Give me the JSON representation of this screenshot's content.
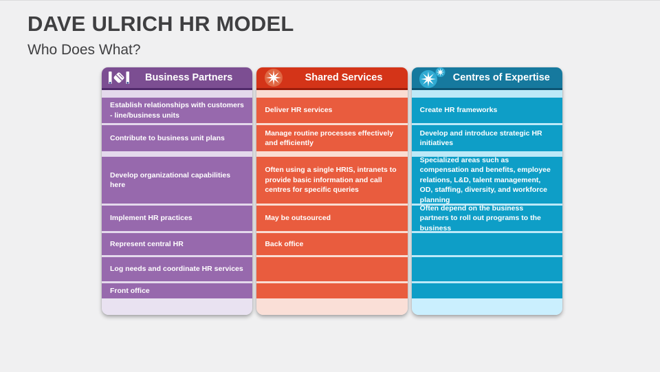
{
  "slide": {
    "title": "DAVE ULRICH HR MODEL",
    "subtitle": "Who Does What?"
  },
  "columns": [
    {
      "label": "Business Partners",
      "icon": "handshake-icon",
      "colors": {
        "header": "#7c4e92",
        "header_border": "#50296a",
        "row": "#9769ad",
        "tint": "#e4d9ec",
        "footer": "#e9e2f1",
        "icon_circle": "#9769ad",
        "icon_accent": "#2b3f8c"
      },
      "rows": [
        "Establish relationships with customers - line/business units",
        "Contribute to business unit plans",
        "Develop organizational capabilities here",
        "Implement HR practices",
        "Represent central HR",
        "Log needs and coordinate HR services",
        "Front office"
      ]
    },
    {
      "label": "Shared Services",
      "icon": "starburst-icon",
      "colors": {
        "header": "#d43418",
        "header_border": "#9c1d0b",
        "row": "#e95c3e",
        "tint": "#fadcd2",
        "footer": "#fadfd7",
        "icon_circle": "#e06743",
        "icon_accent": "#ffffff"
      },
      "rows": [
        "Deliver HR services",
        "Manage routine processes effectively and efficiently",
        "Often using a single HRIS, intranets to provide basic information and call centres for specific queries",
        "May be outsourced",
        "Back office",
        "",
        ""
      ]
    },
    {
      "label": "Centres of Expertise",
      "icon": "double-starburst-icon",
      "colors": {
        "header": "#16799e",
        "header_border": "#0c5473",
        "row": "#0e9ec7",
        "tint": "#bce9f8",
        "footer": "#caeffe",
        "icon_circle": "#2faad2",
        "icon_accent": "#ffffff"
      },
      "rows": [
        "Create HR frameworks",
        "Develop and introduce strategic HR initiatives",
        "Specialized areas such as compensation and benefits, employee relations, L&D, talent management, OD, staffing, diversity, and workforce planning",
        "Often depend on the business partners to roll out programs to the business",
        "",
        "",
        ""
      ]
    }
  ]
}
